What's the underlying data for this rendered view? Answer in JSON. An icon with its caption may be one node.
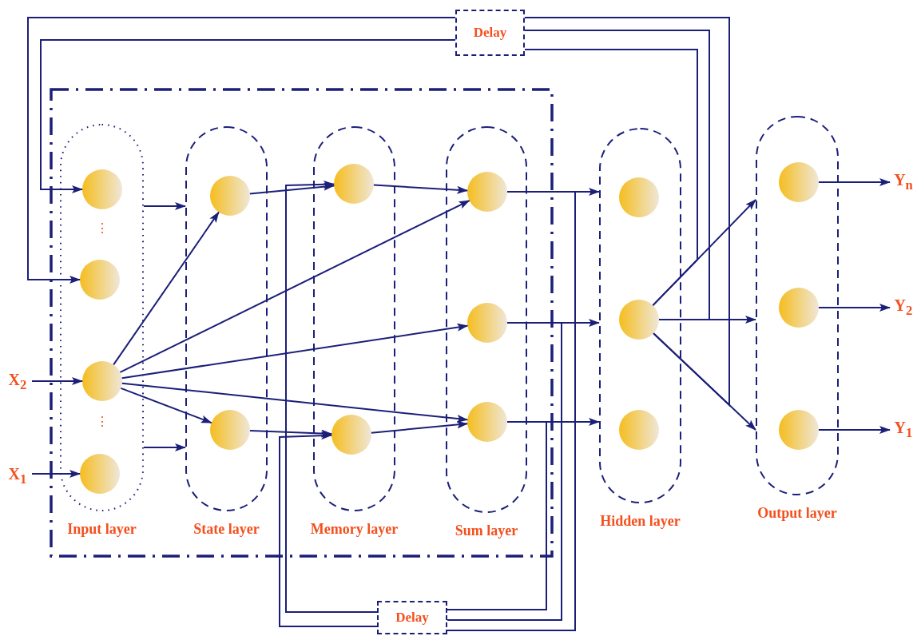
{
  "diagram": {
    "nodes": [
      {
        "text": [
          "Delay"
        ]
      },
      {
        "text": [],
        "shape": "box"
      },
      {
        "text": [
          "Input layer"
        ],
        "in": 1
      },
      {
        "text": [],
        "shape": "circle",
        "in": 2
      },
      {
        "text": [],
        "shape": "circle",
        "in": 2
      },
      {
        "text": [],
        "shape": "circle",
        "in": 2
      },
      {
        "text": [],
        "shape": "circle",
        "in": 2
      },
      {
        "text": [
          "State layer"
        ],
        "in": 1
      },
      {
        "text": [],
        "shape": "circle",
        "in": 7
      },
      {
        "text": [],
        "shape": "circle",
        "in": 7
      },
      {
        "text": [
          "Memory layer"
        ],
        "in": 1
      },
      {
        "text": [],
        "shape": "circle",
        "in": 10
      },
      {
        "text": [],
        "shape": "circle",
        "in": 10
      },
      {
        "text": [
          "Sum layer"
        ],
        "in": 1
      },
      {
        "text": [],
        "shape": "circle",
        "in": 13
      },
      {
        "text": [],
        "shape": "circle",
        "in": 13
      },
      {
        "text": [],
        "shape": "circle",
        "in": 13
      },
      {
        "text": [
          "Hidden layer"
        ]
      },
      {
        "text": [],
        "shape": "circle",
        "in": 17
      },
      {
        "text": [],
        "shape": "circle",
        "in": 17
      },
      {
        "text": [],
        "shape": "circle",
        "in": 17
      },
      {
        "text": [
          "Output layer"
        ]
      },
      {
        "text": [],
        "shape": "circle",
        "in": 21
      },
      {
        "text": [],
        "shape": "circle",
        "in": 21
      },
      {
        "text": [],
        "shape": "circle",
        "in": 21
      },
      {
        "text": [
          "X$_{2}$"
        ]
      },
      {
        "text": [
          "X$_{1}$"
        ]
      },
      {
        "text": [
          "Y$_{n}$"
        ]
      },
      {
        "text": [
          "Y$_{2}$"
        ]
      },
      {
        "text": [
          "Y$_{1}$"
        ]
      },
      {
        "text": [
          "Delay"
        ]
      }
    ],
    "edges": [
      {
        "from": 25,
        "to": 5,
        "arrow": "to"
      },
      {
        "from": 26,
        "to": 6,
        "arrow": "to"
      },
      {
        "from": 5,
        "to": 8,
        "arrow": "to"
      },
      {
        "from": 5,
        "to": 9,
        "arrow": "to"
      },
      {
        "from": 5,
        "to": 14,
        "arrow": "to"
      },
      {
        "from": 5,
        "to": 15,
        "arrow": "to"
      },
      {
        "from": 5,
        "to": 16,
        "arrow": "to"
      },
      {
        "from": 2,
        "to": 7,
        "arrow": "to"
      },
      {
        "from": 2,
        "to": 7,
        "arrow": "to"
      },
      {
        "from": 8,
        "to": 11,
        "arrow": "to"
      },
      {
        "from": 9,
        "to": 12,
        "arrow": "to"
      },
      {
        "from": 11,
        "to": 14,
        "arrow": "to"
      },
      {
        "from": 12,
        "to": 16,
        "arrow": "to"
      },
      {
        "from": 14,
        "to": 17,
        "arrow": "to"
      },
      {
        "from": 15,
        "to": 17,
        "arrow": "to"
      },
      {
        "from": 16,
        "to": 17,
        "arrow": "to"
      },
      {
        "from": 19,
        "to": 21,
        "arrow": "to"
      },
      {
        "from": 19,
        "to": 21,
        "arrow": "to"
      },
      {
        "from": 19,
        "to": 21,
        "arrow": "to"
      },
      {
        "from": 22,
        "to": 27,
        "arrow": "to"
      },
      {
        "from": 23,
        "to": 28,
        "arrow": "to"
      },
      {
        "from": 24,
        "to": 29,
        "arrow": "to"
      },
      {
        "from": 19,
        "to": 0,
        "arrow": "none"
      },
      {
        "from": 19,
        "to": 0,
        "arrow": "none"
      },
      {
        "from": 19,
        "to": 0,
        "arrow": "none"
      },
      {
        "from": 0,
        "to": 3,
        "arrow": "to"
      },
      {
        "from": 0,
        "to": 4,
        "arrow": "to"
      },
      {
        "from": 14,
        "to": 30,
        "arrow": "none"
      },
      {
        "from": 15,
        "to": 30,
        "arrow": "none"
      },
      {
        "from": 16,
        "to": 30,
        "arrow": "none"
      },
      {
        "from": 30,
        "to": 11,
        "arrow": "to"
      },
      {
        "from": 30,
        "to": 12,
        "arrow": "to"
      }
    ],
    "labels": [
      "⋮",
      "⋮"
    ]
  }
}
